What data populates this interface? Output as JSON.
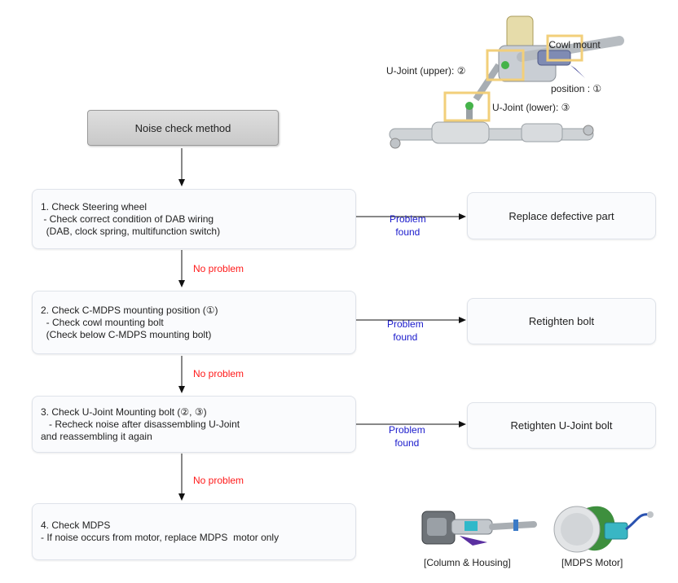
{
  "start": {
    "label": "Noise check method"
  },
  "steps": [
    {
      "lines": [
        "1. Check Steering wheel",
        " - Check correct condition of DAB wiring",
        "  (DAB, clock spring, multifunction switch)"
      ]
    },
    {
      "lines": [
        "2. Check C-MDPS mounting position (①)",
        "  - Check cowl mounting bolt",
        "  (Check below C-MDPS mounting bolt)"
      ]
    },
    {
      "lines": [
        "3. Check U-Joint Mounting bolt (②, ③)",
        "   - Recheck noise after disassembling U-Joint",
        "and reassembling it again"
      ]
    },
    {
      "lines": [
        "4. Check MDPS",
        "- If noise occurs from motor, replace MDPS  motor only"
      ]
    }
  ],
  "no_problem_label": "No problem",
  "problem_found_label": [
    "Problem",
    "found"
  ],
  "results": [
    "Replace defective part",
    "Retighten bolt",
    "Retighten U-Joint bolt"
  ],
  "image_top": {
    "cowl_mount": [
      "Cowl mount",
      "position : ①"
    ],
    "ujoint_upper": "U-Joint (upper): ②",
    "ujoint_lower": "U-Joint (lower): ③"
  },
  "image_bottom": {
    "column_caption": "[Column & Housing]",
    "motor_caption": "[MDPS Motor]"
  },
  "colors": {
    "no_problem": "#ff1a1a",
    "problem_found": "#1a1acc",
    "highlight": "#f2cf7a"
  }
}
